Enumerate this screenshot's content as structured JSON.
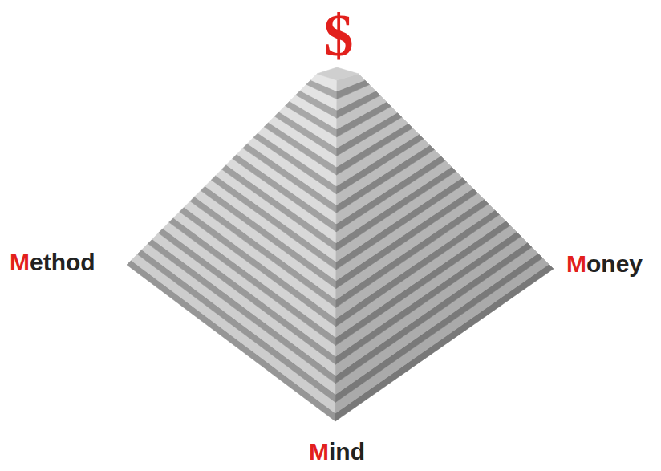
{
  "diagram": {
    "labels": [
      "$",
      "Method",
      "Money",
      "Mind"
    ]
  }
}
